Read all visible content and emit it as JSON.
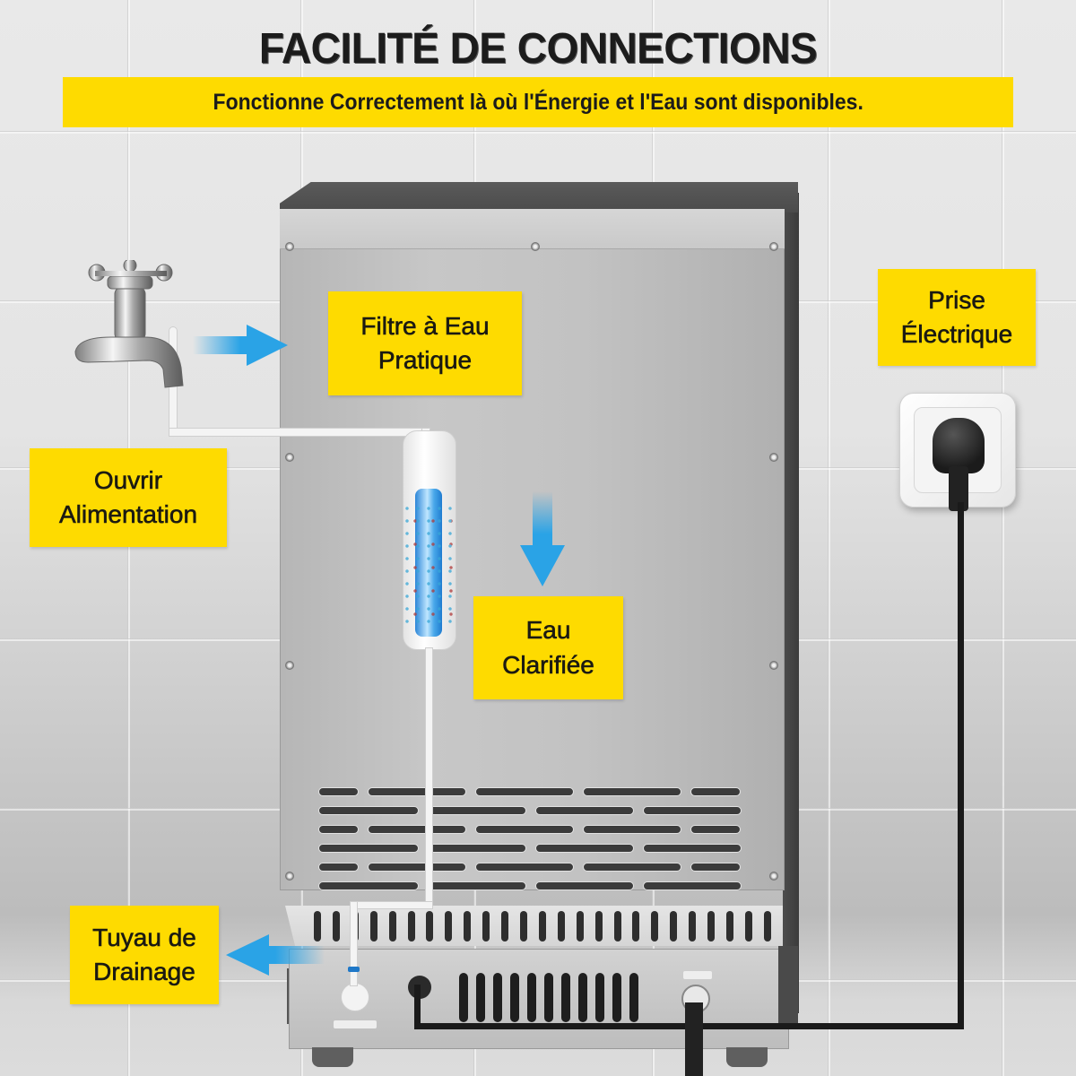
{
  "header": {
    "title": "FACILITÉ DE CONNECTIONS",
    "subtitle": "Fonctionne Correctement là où l'Énergie et l'Eau sont disponibles."
  },
  "labels": {
    "water_filter": {
      "line1": "Filtre à Eau",
      "line2": "Pratique"
    },
    "power_outlet": {
      "line1": "Prise",
      "line2": "Électrique"
    },
    "open_supply": {
      "line1": "Ouvrir",
      "line2": "Alimentation"
    },
    "clarified_water": {
      "line1": "Eau",
      "line2": "Clarifiée"
    },
    "drain_hose": {
      "line1": "Tuyau de",
      "line2": "Drainage"
    }
  },
  "icons": {
    "faucet": "faucet-icon",
    "filter": "water-filter-icon",
    "outlet": "power-outlet-icon",
    "plug": "power-plug-icon",
    "arrow_right": "arrow-right-icon",
    "arrow_down": "arrow-down-icon",
    "arrow_left": "arrow-left-icon"
  },
  "colors": {
    "label_yellow": "#fedb00",
    "arrow_blue": "#2aa3e6",
    "title_text": "#1c1c1c"
  }
}
